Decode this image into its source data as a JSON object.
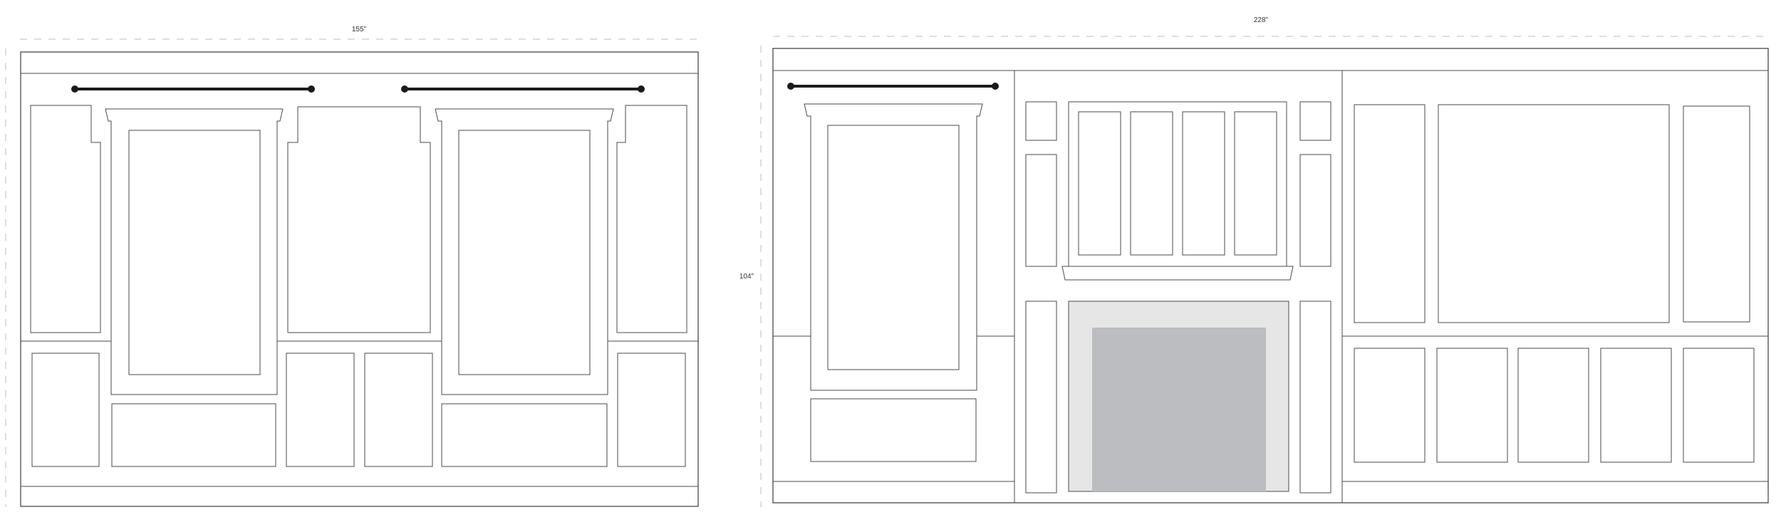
{
  "dimensions": {
    "left_width": "155\"",
    "right_width": "228\"",
    "height": "104\""
  },
  "colors": {
    "line": "#4a4a4a",
    "dimension_line": "#c9c9c9",
    "curtain_rod": "#1a1a1a",
    "fireplace_surround": "#e6e6e7",
    "firebox": "#bcbdc0"
  }
}
